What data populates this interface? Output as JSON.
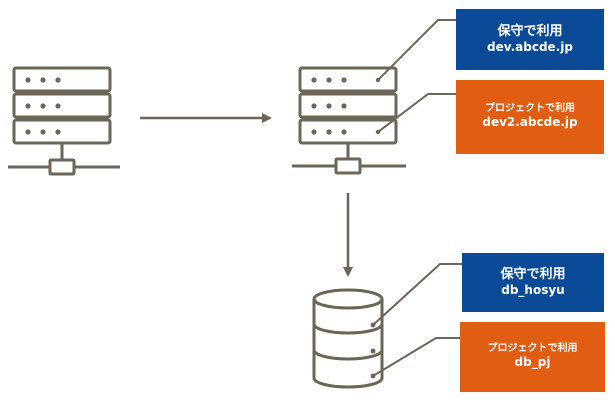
{
  "colors": {
    "stroke": "#6b6658",
    "blue": "#0b4a96",
    "orange": "#e05d12"
  },
  "servers": {
    "source": {
      "icon": "server-rack-icon"
    },
    "target": {
      "icon": "server-rack-icon"
    }
  },
  "database": {
    "icon": "database-icon"
  },
  "labels": {
    "web_maintenance": {
      "title": "保守で利用",
      "value": "dev.abcde.jp"
    },
    "web_project": {
      "title": "プロジェクトで利用",
      "value": "dev2.abcde.jp"
    },
    "db_maintenance": {
      "title": "保守で利用",
      "value": "db_hosyu"
    },
    "db_project": {
      "title": "プロジェクトで利用",
      "value": "db_pj"
    }
  }
}
